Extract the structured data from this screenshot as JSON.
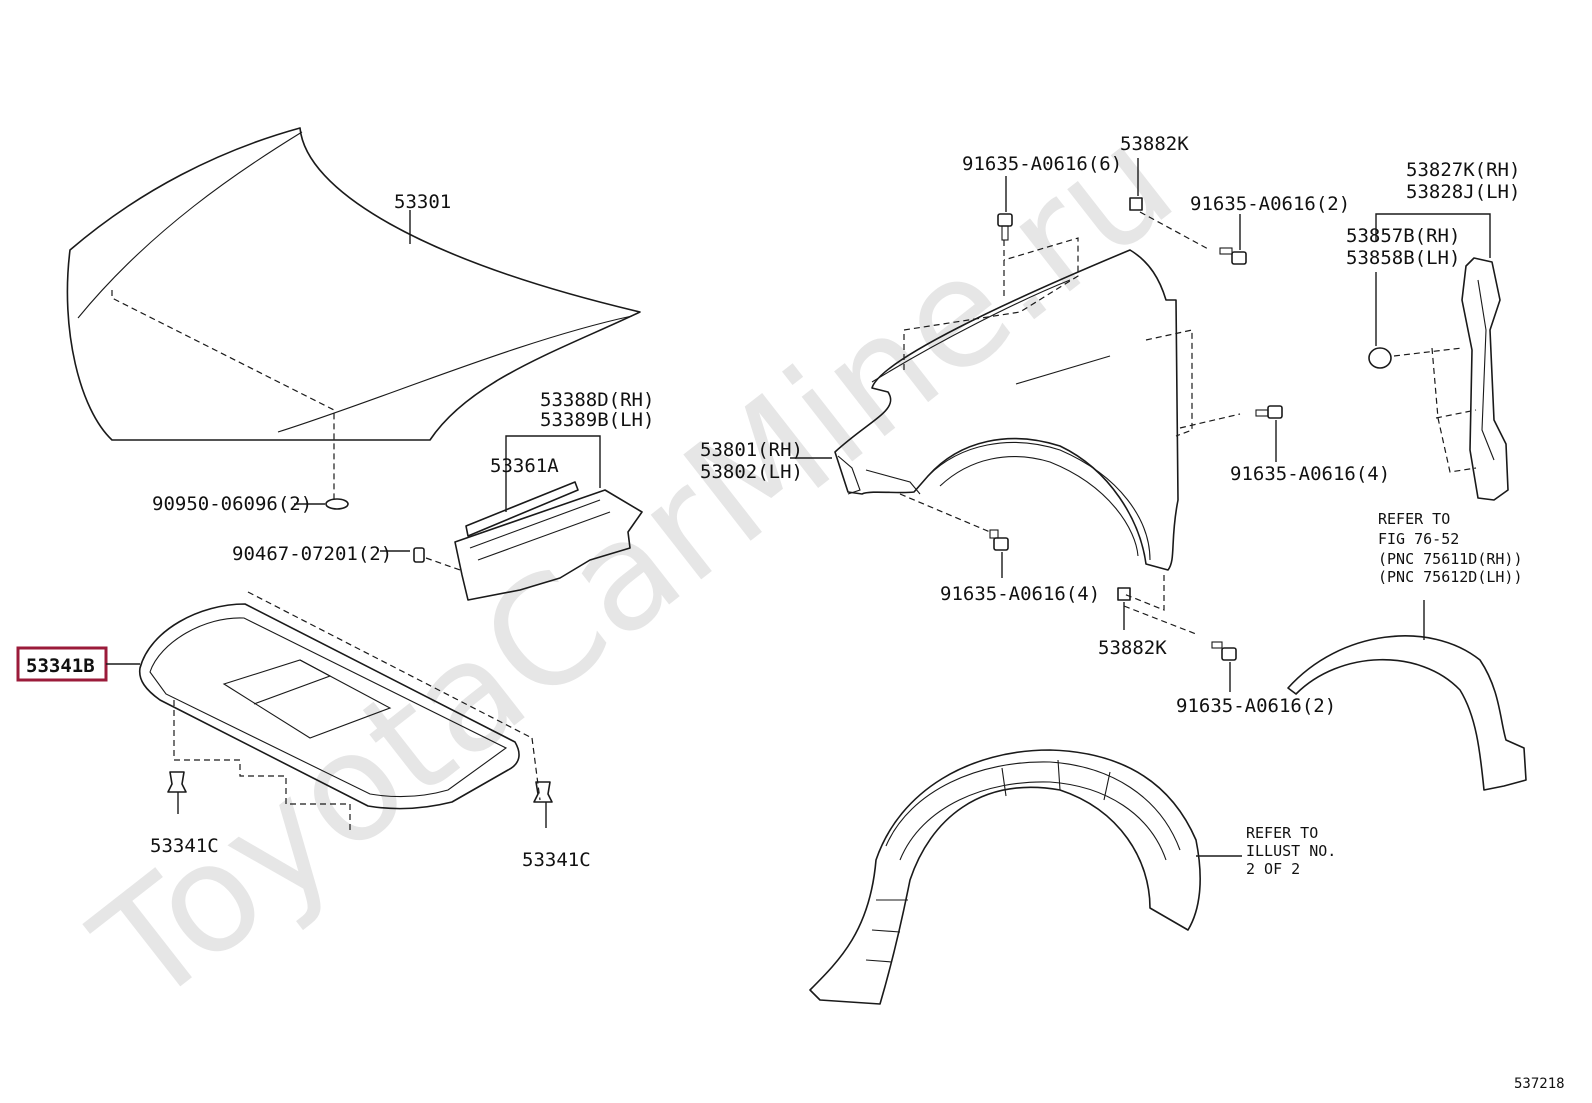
{
  "watermark": "ToyotaCarMine.ru",
  "highlight_color": "#9b1b3a",
  "sheet_id": "537218",
  "labels": {
    "hood": "53301",
    "hood_clip": "90950-06096(2)",
    "seal_rh": "53388D(RH)",
    "seal_lh": "53389B(LH)",
    "seal_a": "53361A",
    "seal_clip": "90467-07201(2)",
    "insulator": "53341B",
    "insulator_clip_l": "53341C",
    "insulator_clip_r": "53341C",
    "fender_rh": "53801(RH)",
    "fender_lh": "53802(LH)",
    "bolt_top": "91635-A0616(6)",
    "nut_top": "53882K",
    "bolt_top_r": "91635-A0616(2)",
    "bolt_right": "91635-A0616(4)",
    "bolt_bottom": "91635-A0616(4)",
    "nut_bottom": "53882K",
    "bolt_bottom_r": "91635-A0616(2)",
    "bracket_rh": "53827K(RH)",
    "bracket_lh": "53828J(LH)",
    "clip_rh": "53857B(RH)",
    "clip_lh": "53858B(LH)"
  },
  "notes": {
    "fig_ref": [
      "REFER TO",
      "FIG 76-52",
      "(PNC 75611D(RH))",
      "(PNC 75612D(LH))"
    ],
    "illust_ref": [
      "REFER TO",
      "ILLUST NO.",
      "2 OF 2"
    ]
  }
}
